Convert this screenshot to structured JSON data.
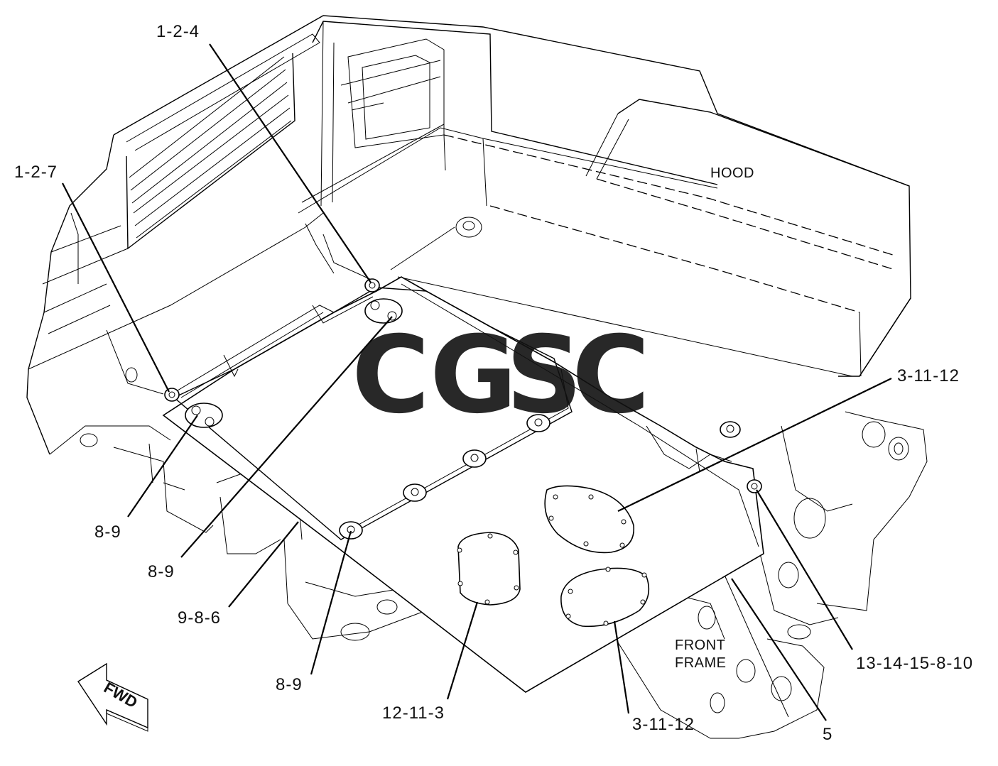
{
  "labels": {
    "hood": "HOOD",
    "front_frame_line1": "FRONT",
    "front_frame_line2": "FRAME",
    "fwd": "FWD"
  },
  "callouts": {
    "c124": "1-2-4",
    "c127": "1-2-7",
    "c3_11_12_top": "3-11-12",
    "c89_a": "8-9",
    "c89_b": "8-9",
    "c986": "9-8-6",
    "c89_c": "8-9",
    "c12_11_3": "12-11-3",
    "c3_11_12_bottom": "3-11-12",
    "c5": "5",
    "c13_14_15_8_10": "13-14-15-8-10"
  },
  "watermark": {
    "letters": [
      "C",
      "G",
      "S",
      "C"
    ],
    "colors": [
      "#7fb0f8",
      "#f49a93",
      "#f8dc6e",
      "#6cc39a"
    ]
  }
}
